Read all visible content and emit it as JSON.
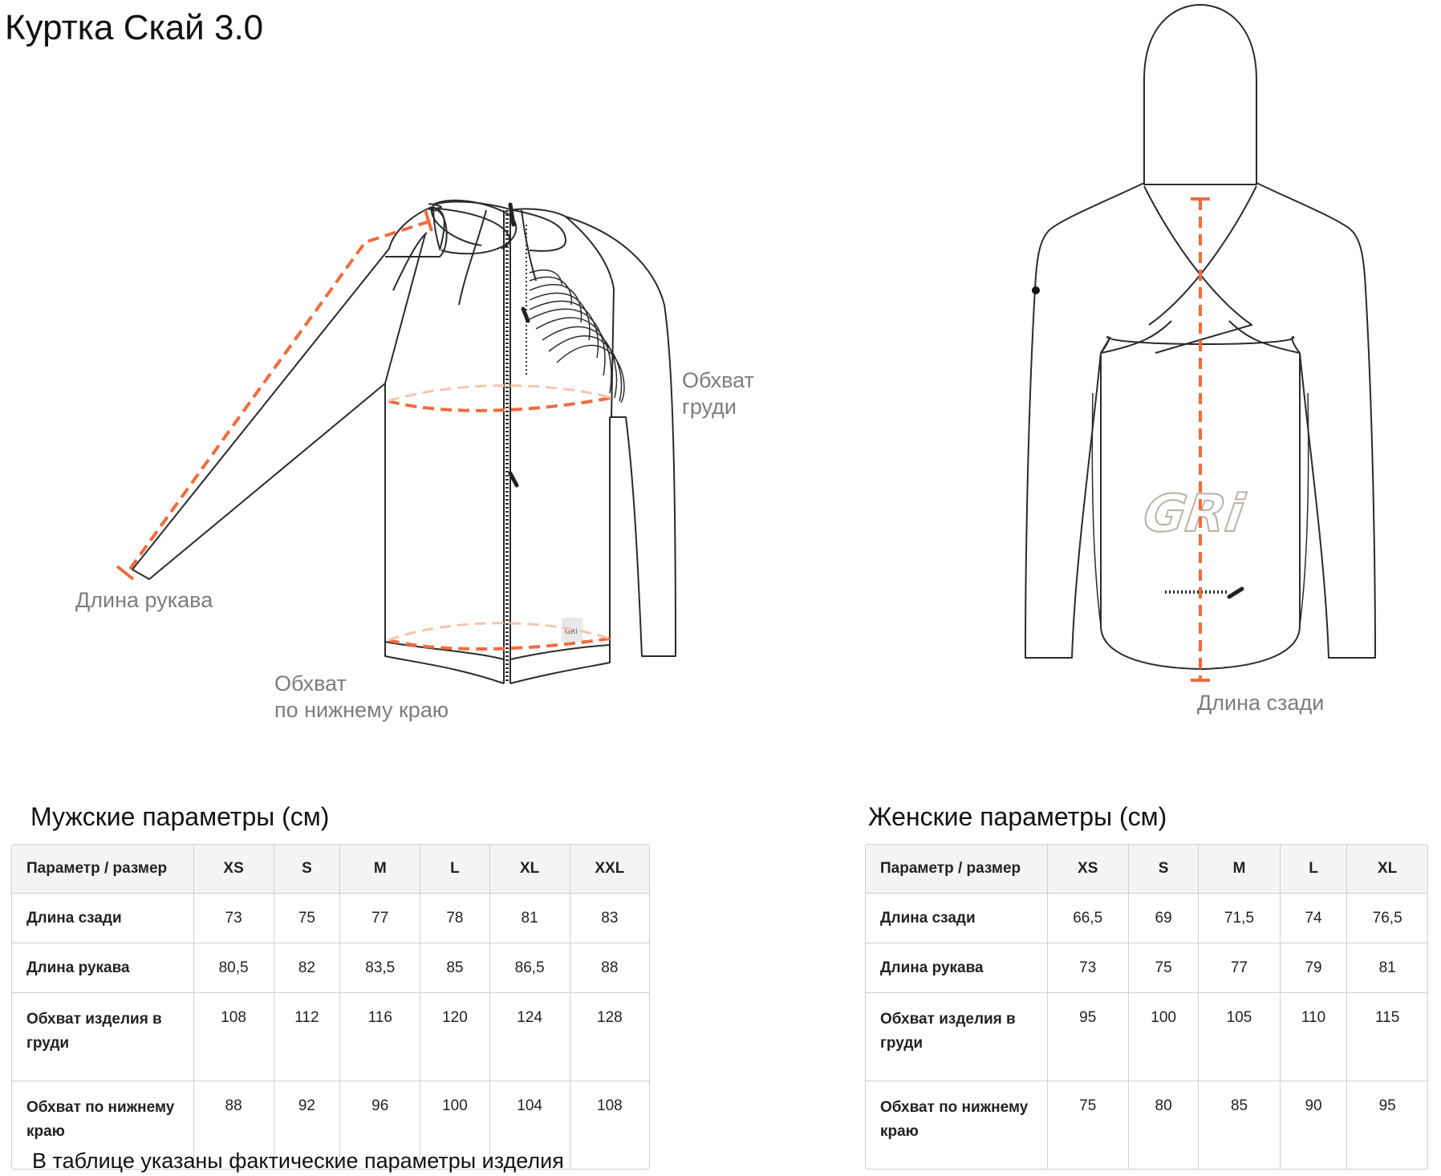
{
  "title": "Куртка Скай 3.0",
  "front_labels": {
    "sleeve": "Длина рукава",
    "chest_line1": "Обхват",
    "chest_line2": "груди",
    "hem_line1": "Обхват",
    "hem_line2": "по нижнему краю"
  },
  "back_labels": {
    "back_length": "Длина сзади",
    "logo": "GRi"
  },
  "front_logo": "GRi",
  "colors": {
    "accent": "#f26b3a",
    "outline": "#2b2b2b",
    "label": "#7d7d7d",
    "grid": "#cfcfcf"
  },
  "men": {
    "title": "Мужские параметры (см)",
    "header": [
      "Параметр / размер",
      "XS",
      "S",
      "M",
      "L",
      "XL",
      "XXL"
    ],
    "rows": [
      [
        "Длина сзади",
        "73",
        "75",
        "77",
        "78",
        "81",
        "83"
      ],
      [
        "Длина рукава",
        "80,5",
        "82",
        "83,5",
        "85",
        "86,5",
        "88"
      ],
      [
        "Обхват изделия в груди",
        "108",
        "112",
        "116",
        "120",
        "124",
        "128"
      ],
      [
        "Обхват по нижнему краю",
        "88",
        "92",
        "96",
        "100",
        "104",
        "108"
      ]
    ]
  },
  "women": {
    "title": "Женские параметры (см)",
    "header": [
      "Параметр / размер",
      "XS",
      "S",
      "M",
      "L",
      "XL"
    ],
    "rows": [
      [
        "Длина сзади",
        "66,5",
        "69",
        "71,5",
        "74",
        "76,5"
      ],
      [
        "Длина рукава",
        "73",
        "75",
        "77",
        "79",
        "81"
      ],
      [
        "Обхват изделия в груди",
        "95",
        "100",
        "105",
        "110",
        "115"
      ],
      [
        "Обхват по нижнему краю",
        "75",
        "80",
        "85",
        "90",
        "95"
      ]
    ]
  },
  "note": "В таблице указаны фактические параметры изделия"
}
